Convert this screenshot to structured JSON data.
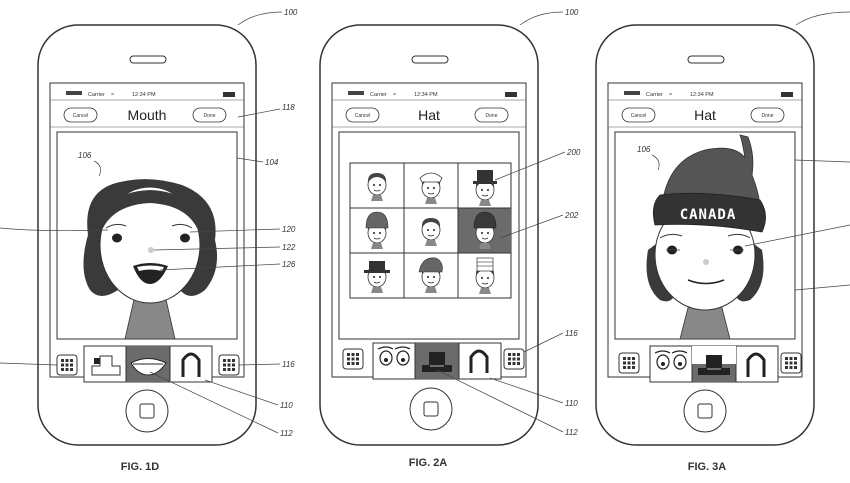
{
  "figures": [
    {
      "fig_label": "FIG. 1D",
      "status": {
        "carrier": "Carrier",
        "time": "12:34 PM"
      },
      "nav": {
        "cancel": "Cancel",
        "title": "Mouth",
        "done": "Done"
      },
      "refs": {
        "device": "100",
        "nav_bar": "118",
        "display_area": "104",
        "avatar": "106",
        "eye": "120",
        "nose": "122",
        "mouth": "126",
        "menu_button": "116",
        "category_strip": "110",
        "selected_category": "112"
      }
    },
    {
      "fig_label": "FIG. 2A",
      "status": {
        "carrier": "Carrier",
        "time": "12:34 PM"
      },
      "nav": {
        "cancel": "Cancel",
        "title": "Hat",
        "done": "Done"
      },
      "refs": {
        "device": "100",
        "option_grid": "200",
        "selected_option": "202",
        "menu_button": "116",
        "category_strip": "110",
        "selected_category": "112"
      }
    },
    {
      "fig_label": "FIG. 3A",
      "status": {
        "carrier": "Carrier",
        "time": "12:34 PM"
      },
      "nav": {
        "cancel": "Cancel",
        "title": "Hat",
        "done": "Done"
      },
      "refs": {
        "avatar": "106"
      },
      "hat_text": "CANADA"
    }
  ],
  "colors": {
    "line": "#333333",
    "hat": "#555555",
    "hair": "#3a3a3a",
    "selected_tile": "#6b6b6b"
  }
}
